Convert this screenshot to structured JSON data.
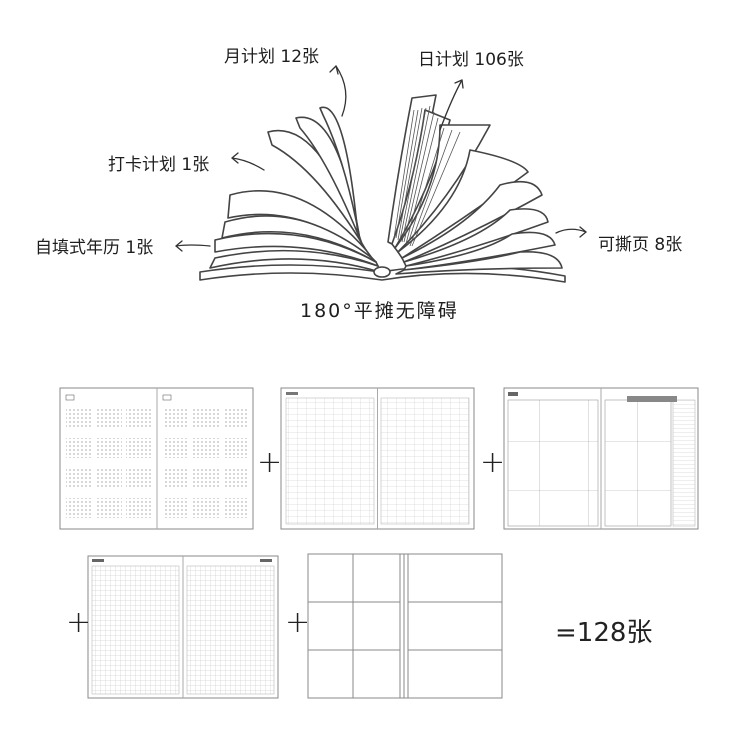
{
  "hero": {
    "caption": "180°平摊无障碍",
    "labels": {
      "monthly": "月计划 12张",
      "daily": "日计划 106张",
      "checkin": "打卡计划 1张",
      "calendar": "自填式年历 1张",
      "tearable": "可撕页 8张"
    }
  },
  "formula": {
    "plus_sign": "+",
    "total": "=128张"
  }
}
